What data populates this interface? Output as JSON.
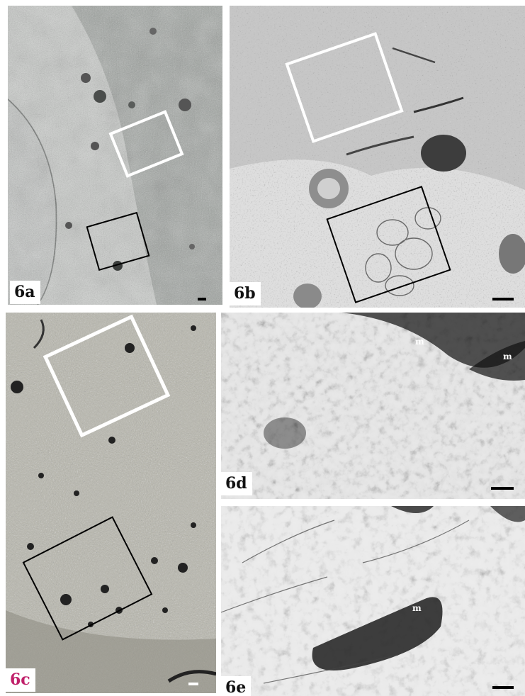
{
  "figure": {
    "panels": [
      {
        "id": "6a",
        "label": "6a",
        "label_color": "#111111"
      },
      {
        "id": "6b",
        "label": "6b",
        "label_color": "#111111"
      },
      {
        "id": "6c",
        "label": "6c",
        "label_color": "#c0206a"
      },
      {
        "id": "6d",
        "label": "6d",
        "label_color": "#111111",
        "annotations": [
          "m",
          "m"
        ]
      },
      {
        "id": "6e",
        "label": "6e",
        "label_color": "#111111",
        "annotations": [
          "m"
        ]
      }
    ],
    "box_colors": {
      "white": "#ffffff",
      "black": "#000000"
    }
  }
}
